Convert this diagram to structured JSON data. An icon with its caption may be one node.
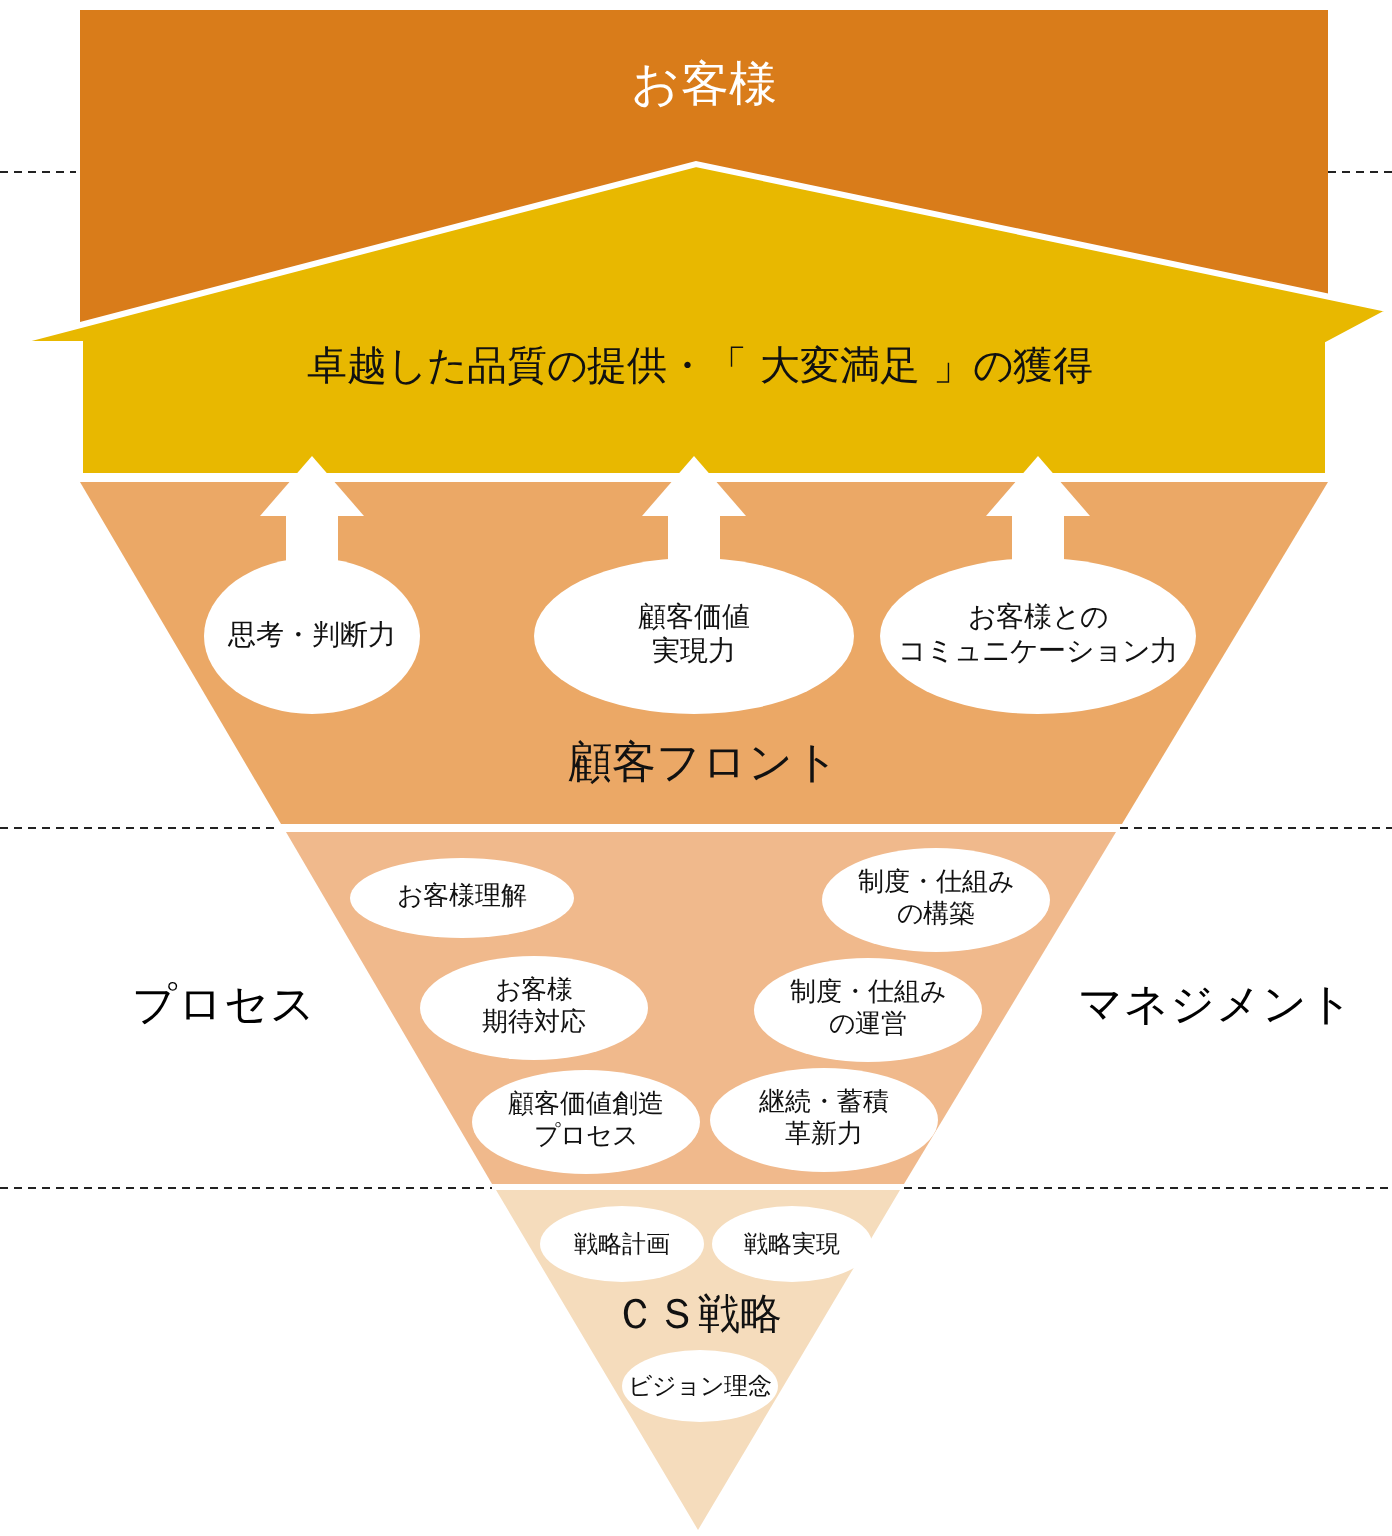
{
  "diagram": {
    "nodes": [
      {
        "text": [
          "お客様"
        ]
      },
      {
        "text": [
          "卓越した品質の提供・「 大変満足 」の獲得"
        ]
      },
      {
        "text": [
          "顧客フロント"
        ]
      },
      {
        "text": [
          "思考・判断力"
        ],
        "in": 2
      },
      {
        "text": [
          "顧客価値実現力"
        ],
        "in": 2
      },
      {
        "text": [
          "お客様とのコミュニケーション力"
        ],
        "in": 2
      },
      {
        "text": [],
        "shape": "band"
      },
      {
        "text": [
          "お客様理解"
        ],
        "in": 6
      },
      {
        "text": [
          "制度・仕組みの構築"
        ],
        "in": 6
      },
      {
        "text": [
          "お客様期待対応"
        ],
        "in": 6
      },
      {
        "text": [
          "制度・仕組みの運営"
        ],
        "in": 6
      },
      {
        "text": [
          "顧客価値創造プロセス"
        ],
        "in": 6
      },
      {
        "text": [
          "継続・蓄積革新力"
        ],
        "in": 6
      },
      {
        "text": [
          "ＣＳ戦略"
        ]
      },
      {
        "text": [
          "戦略計画"
        ],
        "in": 13
      },
      {
        "text": [
          "戦略実現"
        ],
        "in": 13
      },
      {
        "text": [
          "ビジョン理念"
        ],
        "in": 13
      }
    ],
    "edges": [
      {
        "from": 3,
        "to": 1,
        "arrow": "to"
      },
      {
        "from": 4,
        "to": 1,
        "arrow": "to"
      },
      {
        "from": 5,
        "to": 1,
        "arrow": "to"
      }
    ],
    "labels": [
      "プロセス",
      "マネジメント"
    ]
  }
}
